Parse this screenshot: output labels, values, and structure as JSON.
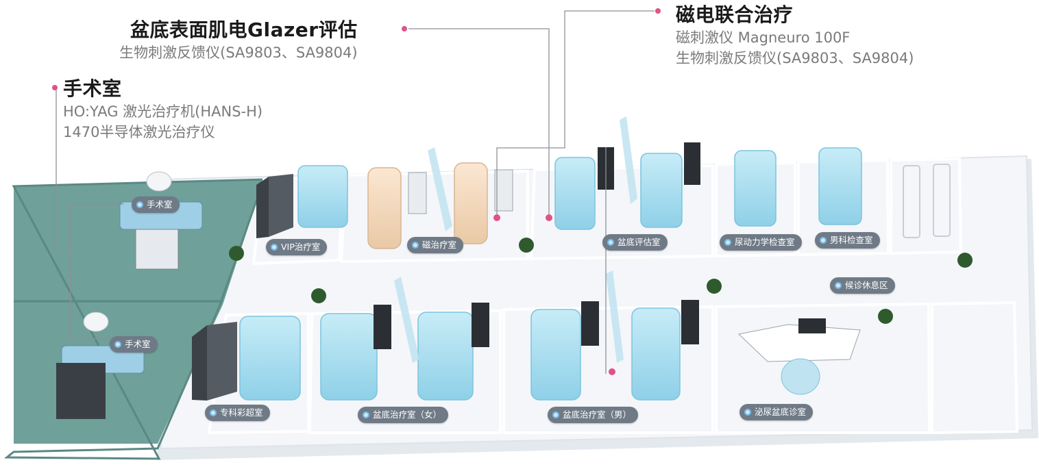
{
  "callouts": {
    "pelvic": {
      "title": "盆底表面肌电Glazer评估",
      "lines": [
        "生物刺激反馈仪(SA9803、SA9804)"
      ]
    },
    "surgery": {
      "title": "手术室",
      "lines": [
        "HO:YAG 激光治疗机(HANS-H)",
        "1470半导体激光治疗仪"
      ]
    },
    "magnetic": {
      "title": "磁电联合治疗",
      "lines": [
        "磁刺激仪 Magneuro 100F",
        "生物刺激反馈仪(SA9803、SA9804)"
      ]
    }
  },
  "room_labels": {
    "surgery_top": "手术室",
    "surgery_bottom": "手术室",
    "vip": "VIP治疗室",
    "magnetic": "磁治疗室",
    "pelvic_assess": "盆底评估室",
    "urodynamic": "尿动力学检查室",
    "andrology": "男科检查室",
    "waiting": "候诊休息区",
    "ultrasound": "专科彩超室",
    "pelvic_female": "盆底治疗室（女）",
    "pelvic_male": "盆底治疗室（男）",
    "urology": "泌尿盆底诊室"
  },
  "colors": {
    "floor": "#f3f5f8",
    "surgery_floor": "#6fa09a",
    "bed": "#a9dcee",
    "marker": "#e0528a",
    "tag_bg": "#6f7a86"
  }
}
